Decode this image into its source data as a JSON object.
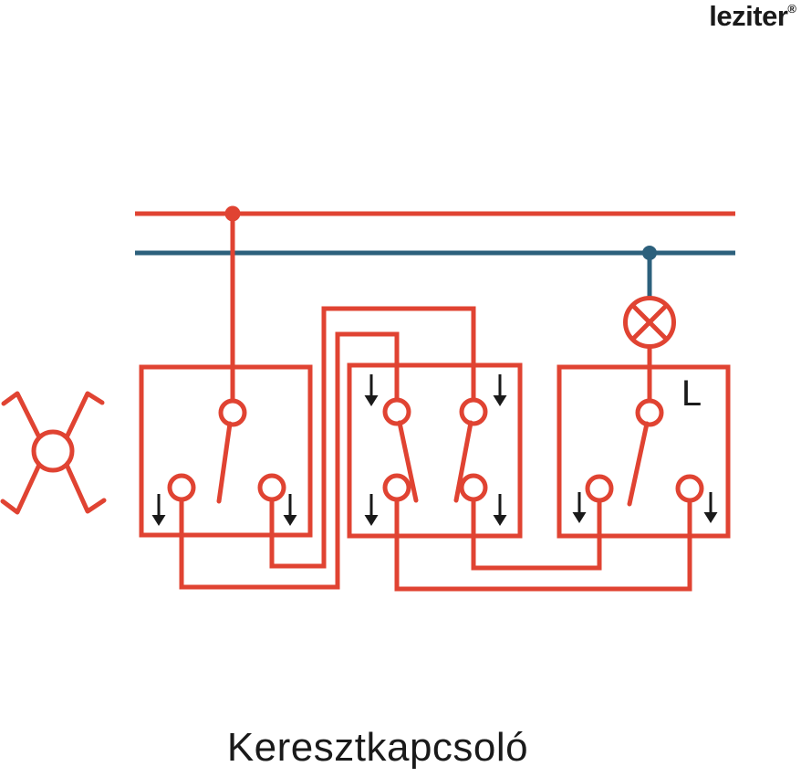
{
  "brand": {
    "logo_text": "leziter",
    "registered_mark": "®"
  },
  "title": "Keresztkapcsoló",
  "labels": {
    "lamp_terminal": "L"
  },
  "colors": {
    "phase_red": "#e04332",
    "neutral_blue": "#2c607c",
    "ink_black": "#1a1a1a",
    "background": "#ffffff"
  },
  "icons": {
    "lamp": "lamp-icon (circle with X)",
    "cross_switch_symbol": "cross-switch-icon (circle with four hooked arms)",
    "direction_arrows": "down-arrow-icon"
  }
}
